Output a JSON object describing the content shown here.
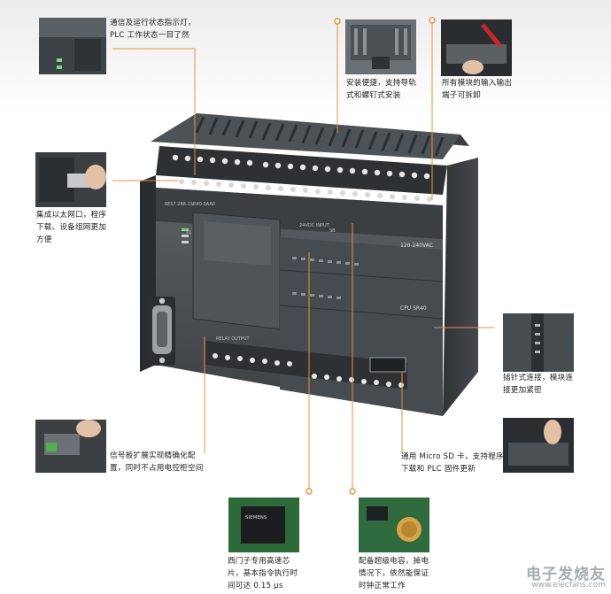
{
  "captions": {
    "status_leds": "通信及运行状态指示灯，\nPLC 工作状态一目了然",
    "mounting": "安装便捷，支持导轨\n式和螺钉式安装",
    "removable_terminals": "所有模块的输入输出\n端子可拆卸",
    "ethernet": "集成以太网口，程序\n下载、设备组网更加\n方便",
    "plug_connection": "插针式连接，模块连\n接更加紧密",
    "signal_board": "信号板扩展实现精确化配\n置，同时不占用电控柜空间",
    "micro_sd": "通用 Micro SD 卡，支持程序\n下载和 PLC 固件更新",
    "siemens_chip": "西门子专用高速芯\n片，基本指令执行时\n间可达 0.15 μs",
    "supercap": "配备超级电容，掉电\n情况下，依然能保证\n时钟正常工作"
  },
  "device": {
    "model_label": "CPU SR40",
    "order_number": "6ES7 288-1SR40-0AA0",
    "power_label": "120-240VAC",
    "relay_output": "RELAY OUTPUT",
    "input_label": "24VDC INPUT",
    "sb_label": "SB",
    "x1_label": "X1",
    "chip_brand": "SIEMENS"
  },
  "watermark": {
    "brand": "电子发烧友",
    "url": "www.elecfans.com"
  },
  "colors": {
    "accent": "#e8913a",
    "plc_body": "#4a4f53",
    "plc_dark": "#33373a",
    "terminal": "#e6e6e6"
  }
}
